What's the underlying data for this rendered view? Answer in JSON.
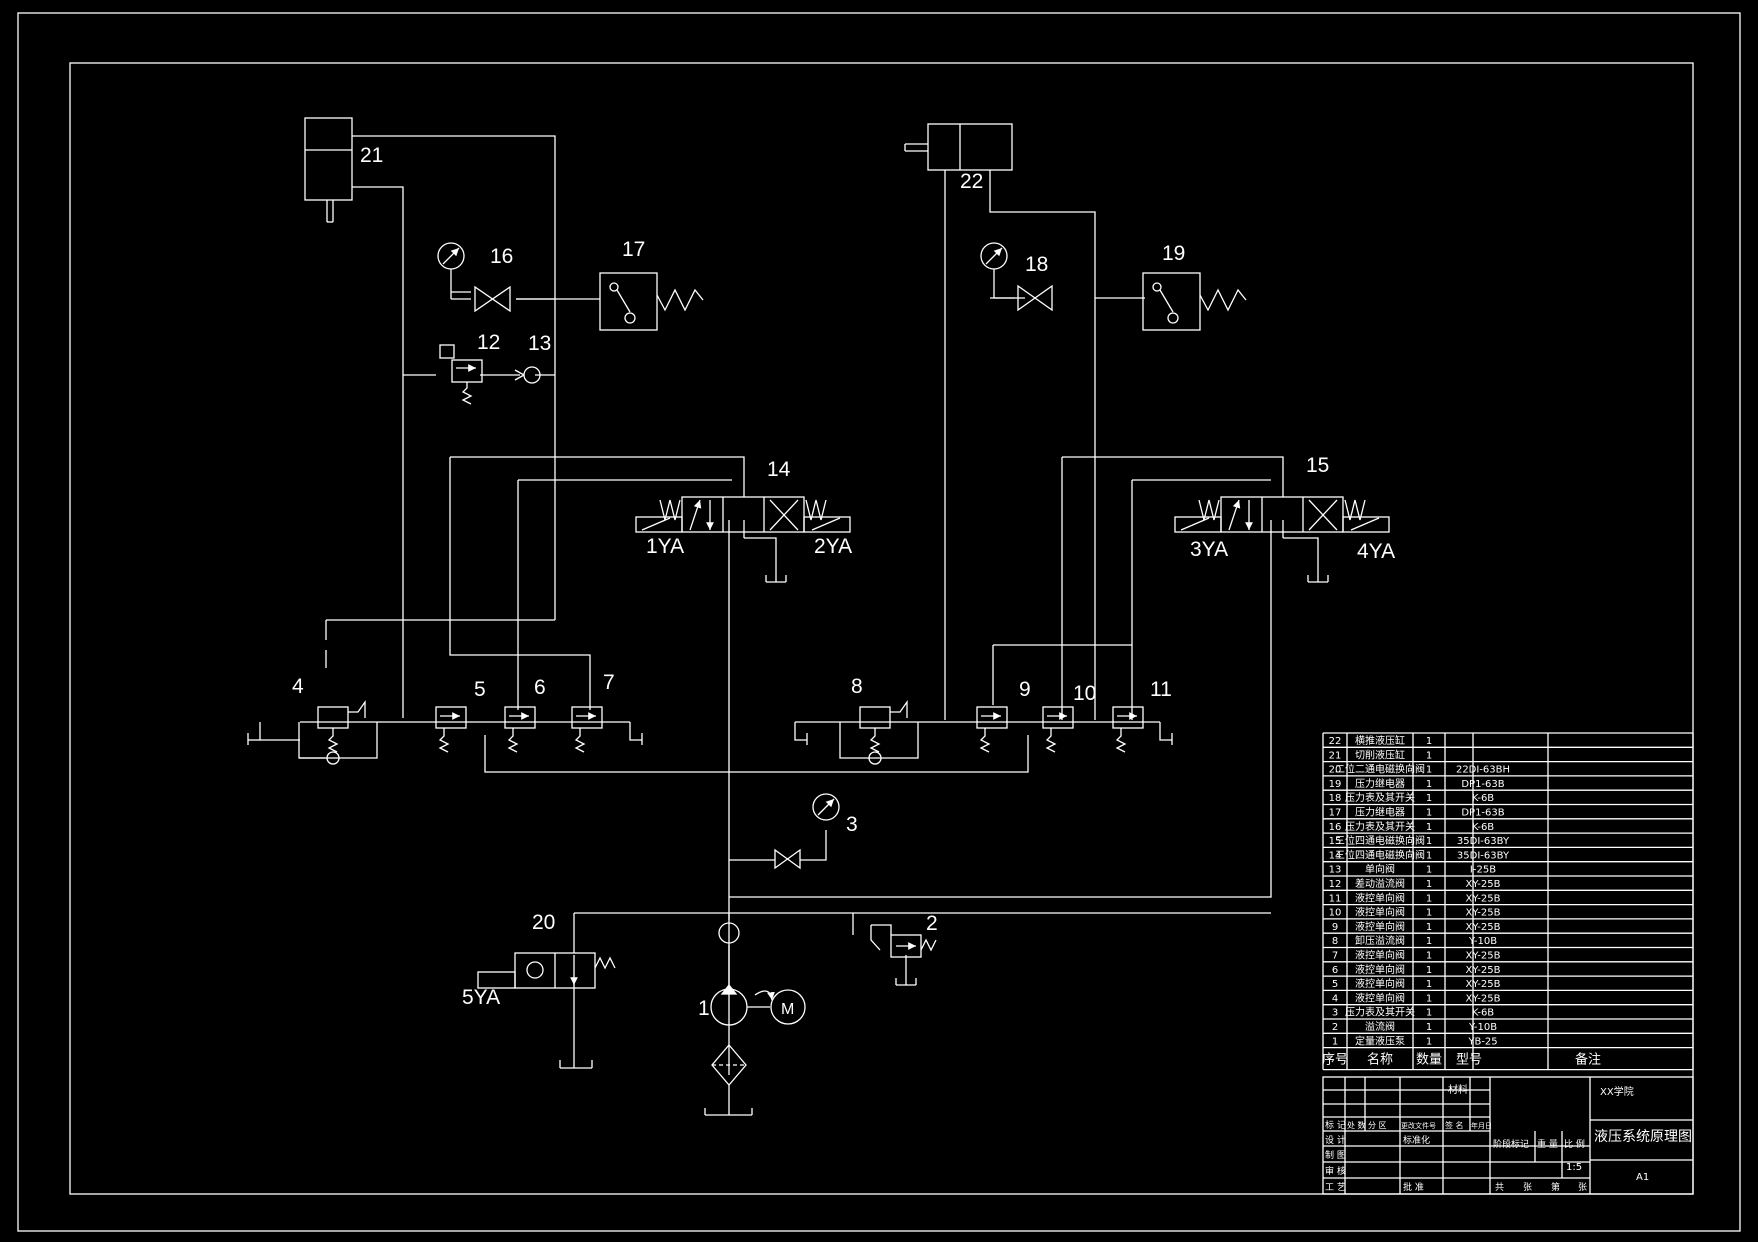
{
  "labels": {
    "c1": "1",
    "c2": "2",
    "c3": "3",
    "c4": "4",
    "c5": "5",
    "c6": "6",
    "c7": "7",
    "c8": "8",
    "c9": "9",
    "c10": "10",
    "c11": "11",
    "c12": "12",
    "c13": "13",
    "c14": "14",
    "c15": "15",
    "c16": "16",
    "c17": "17",
    "c18": "18",
    "c19": "19",
    "c20": "20",
    "c21": "21",
    "c22": "22",
    "ya1": "1YA",
    "ya2": "2YA",
    "ya3": "3YA",
    "ya4": "4YA",
    "ya5": "5YA",
    "motor": "M"
  },
  "bom": {
    "rows": [
      {
        "no": "22",
        "name": "横推液压缸",
        "qty": "1",
        "model": ""
      },
      {
        "no": "21",
        "name": "切削液压缸",
        "qty": "1",
        "model": ""
      },
      {
        "no": "20",
        "name": "二位二通电磁换向阀",
        "qty": "1",
        "model": "22DI-63BH"
      },
      {
        "no": "19",
        "name": "压力继电器",
        "qty": "1",
        "model": "DP1-63B"
      },
      {
        "no": "18",
        "name": "压力表及其开关",
        "qty": "1",
        "model": "K-6B"
      },
      {
        "no": "17",
        "name": "压力继电器",
        "qty": "1",
        "model": "DP1-63B"
      },
      {
        "no": "16",
        "name": "压力表及其开关",
        "qty": "1",
        "model": "K-6B"
      },
      {
        "no": "15",
        "name": "三位四通电磁换向阀",
        "qty": "1",
        "model": "35DI-63BY"
      },
      {
        "no": "14",
        "name": "三位四通电磁换向阀",
        "qty": "1",
        "model": "35DI-63BY"
      },
      {
        "no": "13",
        "name": "单向阀",
        "qty": "1",
        "model": "I-25B"
      },
      {
        "no": "12",
        "name": "差动溢流阀",
        "qty": "1",
        "model": "XY-25B"
      },
      {
        "no": "11",
        "name": "液控单向阀",
        "qty": "1",
        "model": "XY-25B"
      },
      {
        "no": "10",
        "name": "液控单向阀",
        "qty": "1",
        "model": "XY-25B"
      },
      {
        "no": "9",
        "name": "液控单向阀",
        "qty": "1",
        "model": "XY-25B"
      },
      {
        "no": "8",
        "name": "卸压溢流阀",
        "qty": "1",
        "model": "Y-10B"
      },
      {
        "no": "7",
        "name": "液控单向阀",
        "qty": "1",
        "model": "XY-25B"
      },
      {
        "no": "6",
        "name": "液控单向阀",
        "qty": "1",
        "model": "XY-25B"
      },
      {
        "no": "5",
        "name": "液控单向阀",
        "qty": "1",
        "model": "XY-25B"
      },
      {
        "no": "4",
        "name": "液控单向阀",
        "qty": "1",
        "model": "XY-25B"
      },
      {
        "no": "3",
        "name": "压力表及其开关",
        "qty": "1",
        "model": "K-6B"
      },
      {
        "no": "2",
        "name": "溢流阀",
        "qty": "1",
        "model": "Y-10B"
      },
      {
        "no": "1",
        "name": "定量液压泵",
        "qty": "1",
        "model": "YB-25"
      }
    ],
    "header": {
      "no": "序号",
      "name": "名称",
      "qty": "数量",
      "model": "型号",
      "note": "备注"
    }
  },
  "title_block": {
    "school": "XX学院",
    "material": "材料",
    "drawing_title": "液压系统原理图",
    "scale": "1:5",
    "sheet_size": "A1",
    "row_labels": [
      "标 记",
      "设 计",
      "制 图",
      "审 核",
      "工 艺"
    ],
    "col_labels": [
      "处 数",
      "分 区",
      "更改文件号",
      "签 名",
      "年月日"
    ],
    "standardize": "标准化",
    "approve": "批 准",
    "stage_mark": "阶段标记",
    "weight": "重 量",
    "ratio": "比 例",
    "total": "共",
    "sheets": "张",
    "page": "第",
    "page_unit": "张"
  }
}
